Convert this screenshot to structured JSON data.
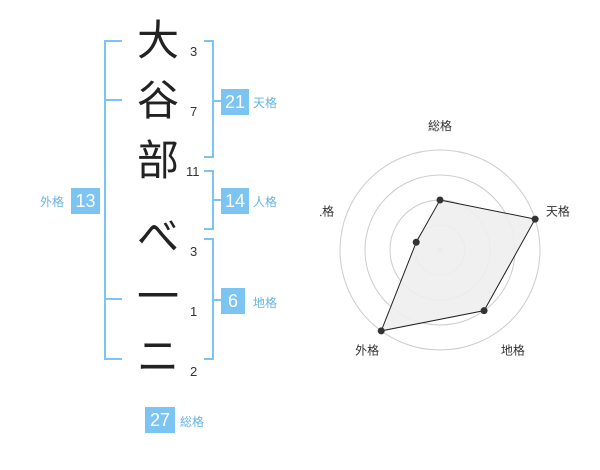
{
  "name": {
    "characters": [
      {
        "char": "大",
        "strokes": "3"
      },
      {
        "char": "谷",
        "strokes": "7"
      },
      {
        "char": "部",
        "strokes": "11"
      },
      {
        "char": "べ",
        "strokes": "3"
      },
      {
        "char": "一",
        "strokes": "1"
      },
      {
        "char": "ニ",
        "strokes": "2"
      }
    ]
  },
  "fortune": {
    "tenkaku": {
      "value": "21",
      "label": "天格"
    },
    "jinkaku": {
      "value": "14",
      "label": "人格"
    },
    "chikaku": {
      "value": "6",
      "label": "地格"
    },
    "gaikaku": {
      "value": "13",
      "label": "外格"
    },
    "soukaku": {
      "value": "27",
      "label": "総格"
    }
  },
  "colors": {
    "accent": "#7cc4f2",
    "bracket": "#7cc4f2",
    "label": "#66b3e6",
    "radar_fill": "#eeeeee",
    "radar_stroke": "#222222",
    "grid": "#cccccc"
  },
  "chart_data": {
    "type": "radar",
    "axes": [
      "総格",
      "天格",
      "地格",
      "外格",
      "人格"
    ],
    "values": [
      0.5,
      1.0,
      0.75,
      1.0,
      0.25
    ],
    "levels": 4,
    "max": 1.0
  }
}
